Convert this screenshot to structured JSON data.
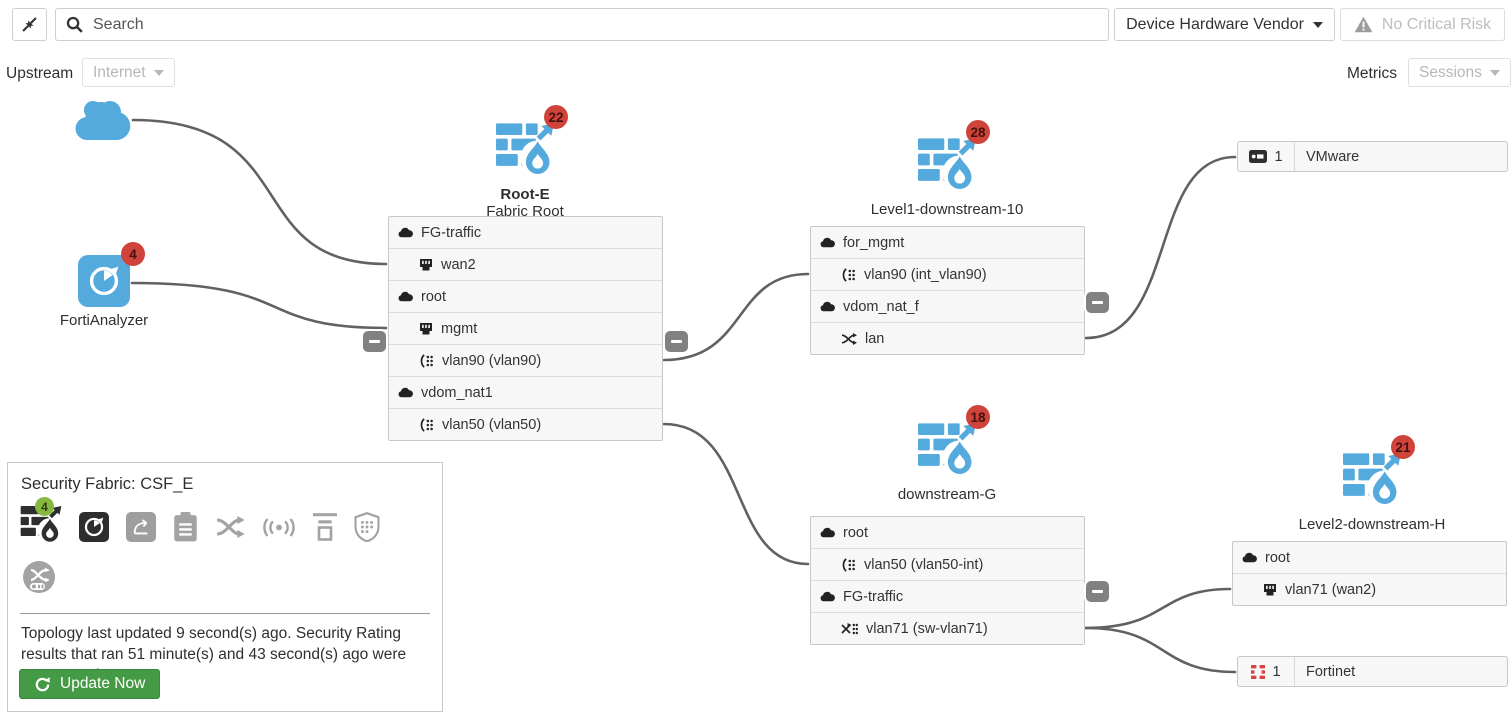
{
  "topbar": {
    "search_placeholder": "Search",
    "vendor_dropdown_label": "Device Hardware Vendor",
    "risk_label": "No Critical Risk"
  },
  "toolbar": {
    "upstream_label": "Upstream",
    "upstream_value": "Internet",
    "metrics_label": "Metrics",
    "metrics_value": "Sessions"
  },
  "nodes": {
    "fortianalyzer": {
      "label": "FortiAnalyzer",
      "badge": "4"
    },
    "root": {
      "name": "Root-E",
      "subtitle": "Fabric Root",
      "badge": "22",
      "rows": [
        {
          "icon": "vdom-cloud",
          "label": "FG-traffic"
        },
        {
          "icon": "port",
          "label": "wan2"
        },
        {
          "icon": "vdom-cloud",
          "label": "root"
        },
        {
          "icon": "port",
          "label": "mgmt"
        },
        {
          "icon": "vlan",
          "label": "vlan90 (vlan90)"
        },
        {
          "icon": "vdom-cloud",
          "label": "vdom_nat1"
        },
        {
          "icon": "vlan",
          "label": "vlan50 (vlan50)"
        }
      ]
    },
    "level1": {
      "name": "Level1-downstream-10",
      "badge": "28",
      "rows": [
        {
          "icon": "vdom-cloud",
          "label": "for_mgmt"
        },
        {
          "icon": "vlan",
          "label": "vlan90 (int_vlan90)"
        },
        {
          "icon": "vdom-cloud",
          "label": "vdom_nat_f"
        },
        {
          "icon": "soft-switch",
          "label": "lan"
        }
      ]
    },
    "downstream_g": {
      "name": "downstream-G",
      "badge": "18",
      "rows": [
        {
          "icon": "vdom-cloud",
          "label": "root"
        },
        {
          "icon": "vlan",
          "label": "vlan50 (vlan50-int)"
        },
        {
          "icon": "vdom-cloud",
          "label": "FG-traffic"
        },
        {
          "icon": "hw-switch",
          "label": "vlan71 (sw-vlan71)"
        }
      ]
    },
    "level2": {
      "name": "Level2-downstream-H",
      "badge": "21",
      "rows": [
        {
          "icon": "vdom-cloud",
          "label": "root"
        },
        {
          "icon": "port",
          "label": "vlan71 (wan2)"
        }
      ]
    }
  },
  "vendor_boxes": [
    {
      "icon": "endpoint-device",
      "count": "1",
      "label": "VMware"
    },
    {
      "icon": "fortinet-grid",
      "count": "1",
      "label": "Fortinet"
    }
  ],
  "fabric_panel": {
    "title": "Security Fabric: CSF_E",
    "fortigate_badge": "4",
    "status_text": "Topology last updated 9 second(s) ago. Security Rating results that ran 51 minute(s) and 43 second(s) ago were aggregated.",
    "update_button_label": "Update Now"
  },
  "icons": {
    "collapse": "inward-diagonal-arrows",
    "search": "magnifier",
    "risk": "warning-triangle",
    "vdom": "cloud",
    "physical_interface": "ethernet-port",
    "vlan_interface": "bracket-dot-grid",
    "soft_switch": "crossed-arrows",
    "hardware_switch": "x-with-dots",
    "endpoint": "dark-server-tag",
    "fortinet": "red-dash-grid",
    "refresh": "circular-arrow"
  },
  "colors": {
    "accent_blue": "#54a9dd",
    "badge_red": "#d0433b",
    "badge_green": "#87b73f",
    "button_green": "#459a45",
    "wire_gray": "#616161"
  }
}
